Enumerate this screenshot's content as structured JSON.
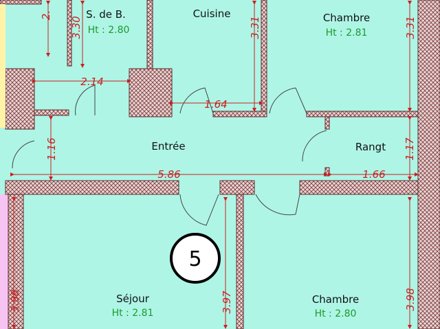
{
  "colors": {
    "room_fill": "#aef5e6",
    "wall_fill": "#ead5d5",
    "wall_hatch": "#7b3a3a",
    "dimension": "#cc1f1f",
    "height_text": "#1e9a2a",
    "adjacent_fill": "#f7c3f2"
  },
  "badge": {
    "number": "5"
  },
  "rooms": [
    {
      "name": "S. de B.",
      "height": "Ht : 2.80"
    },
    {
      "name": "Cuisine",
      "height": ""
    },
    {
      "name": "Chambre",
      "height": "Ht : 2.81"
    },
    {
      "name": "Entrée",
      "height": ""
    },
    {
      "name": "Rangt",
      "height": ""
    },
    {
      "name": "Séjour",
      "height": "Ht : 2.81"
    },
    {
      "name": "Chambre",
      "height": "Ht : 2.80"
    }
  ],
  "dimensions": {
    "wc_width": "2.",
    "sdb_depth": "3.30",
    "cuisine_depth": "3.31",
    "chambre_top_depth": "3.31",
    "sdb_width": "2.14",
    "cuisine_width": "1.64",
    "entree_left_depth": "1.16",
    "rangt_depth": "1.17",
    "entree_length": "5.86",
    "rangt_width": "1.66",
    "sejour_depth_left": "3.98",
    "sejour_depth_right": "3.97",
    "chambre_bottom_depth": "3.98"
  }
}
